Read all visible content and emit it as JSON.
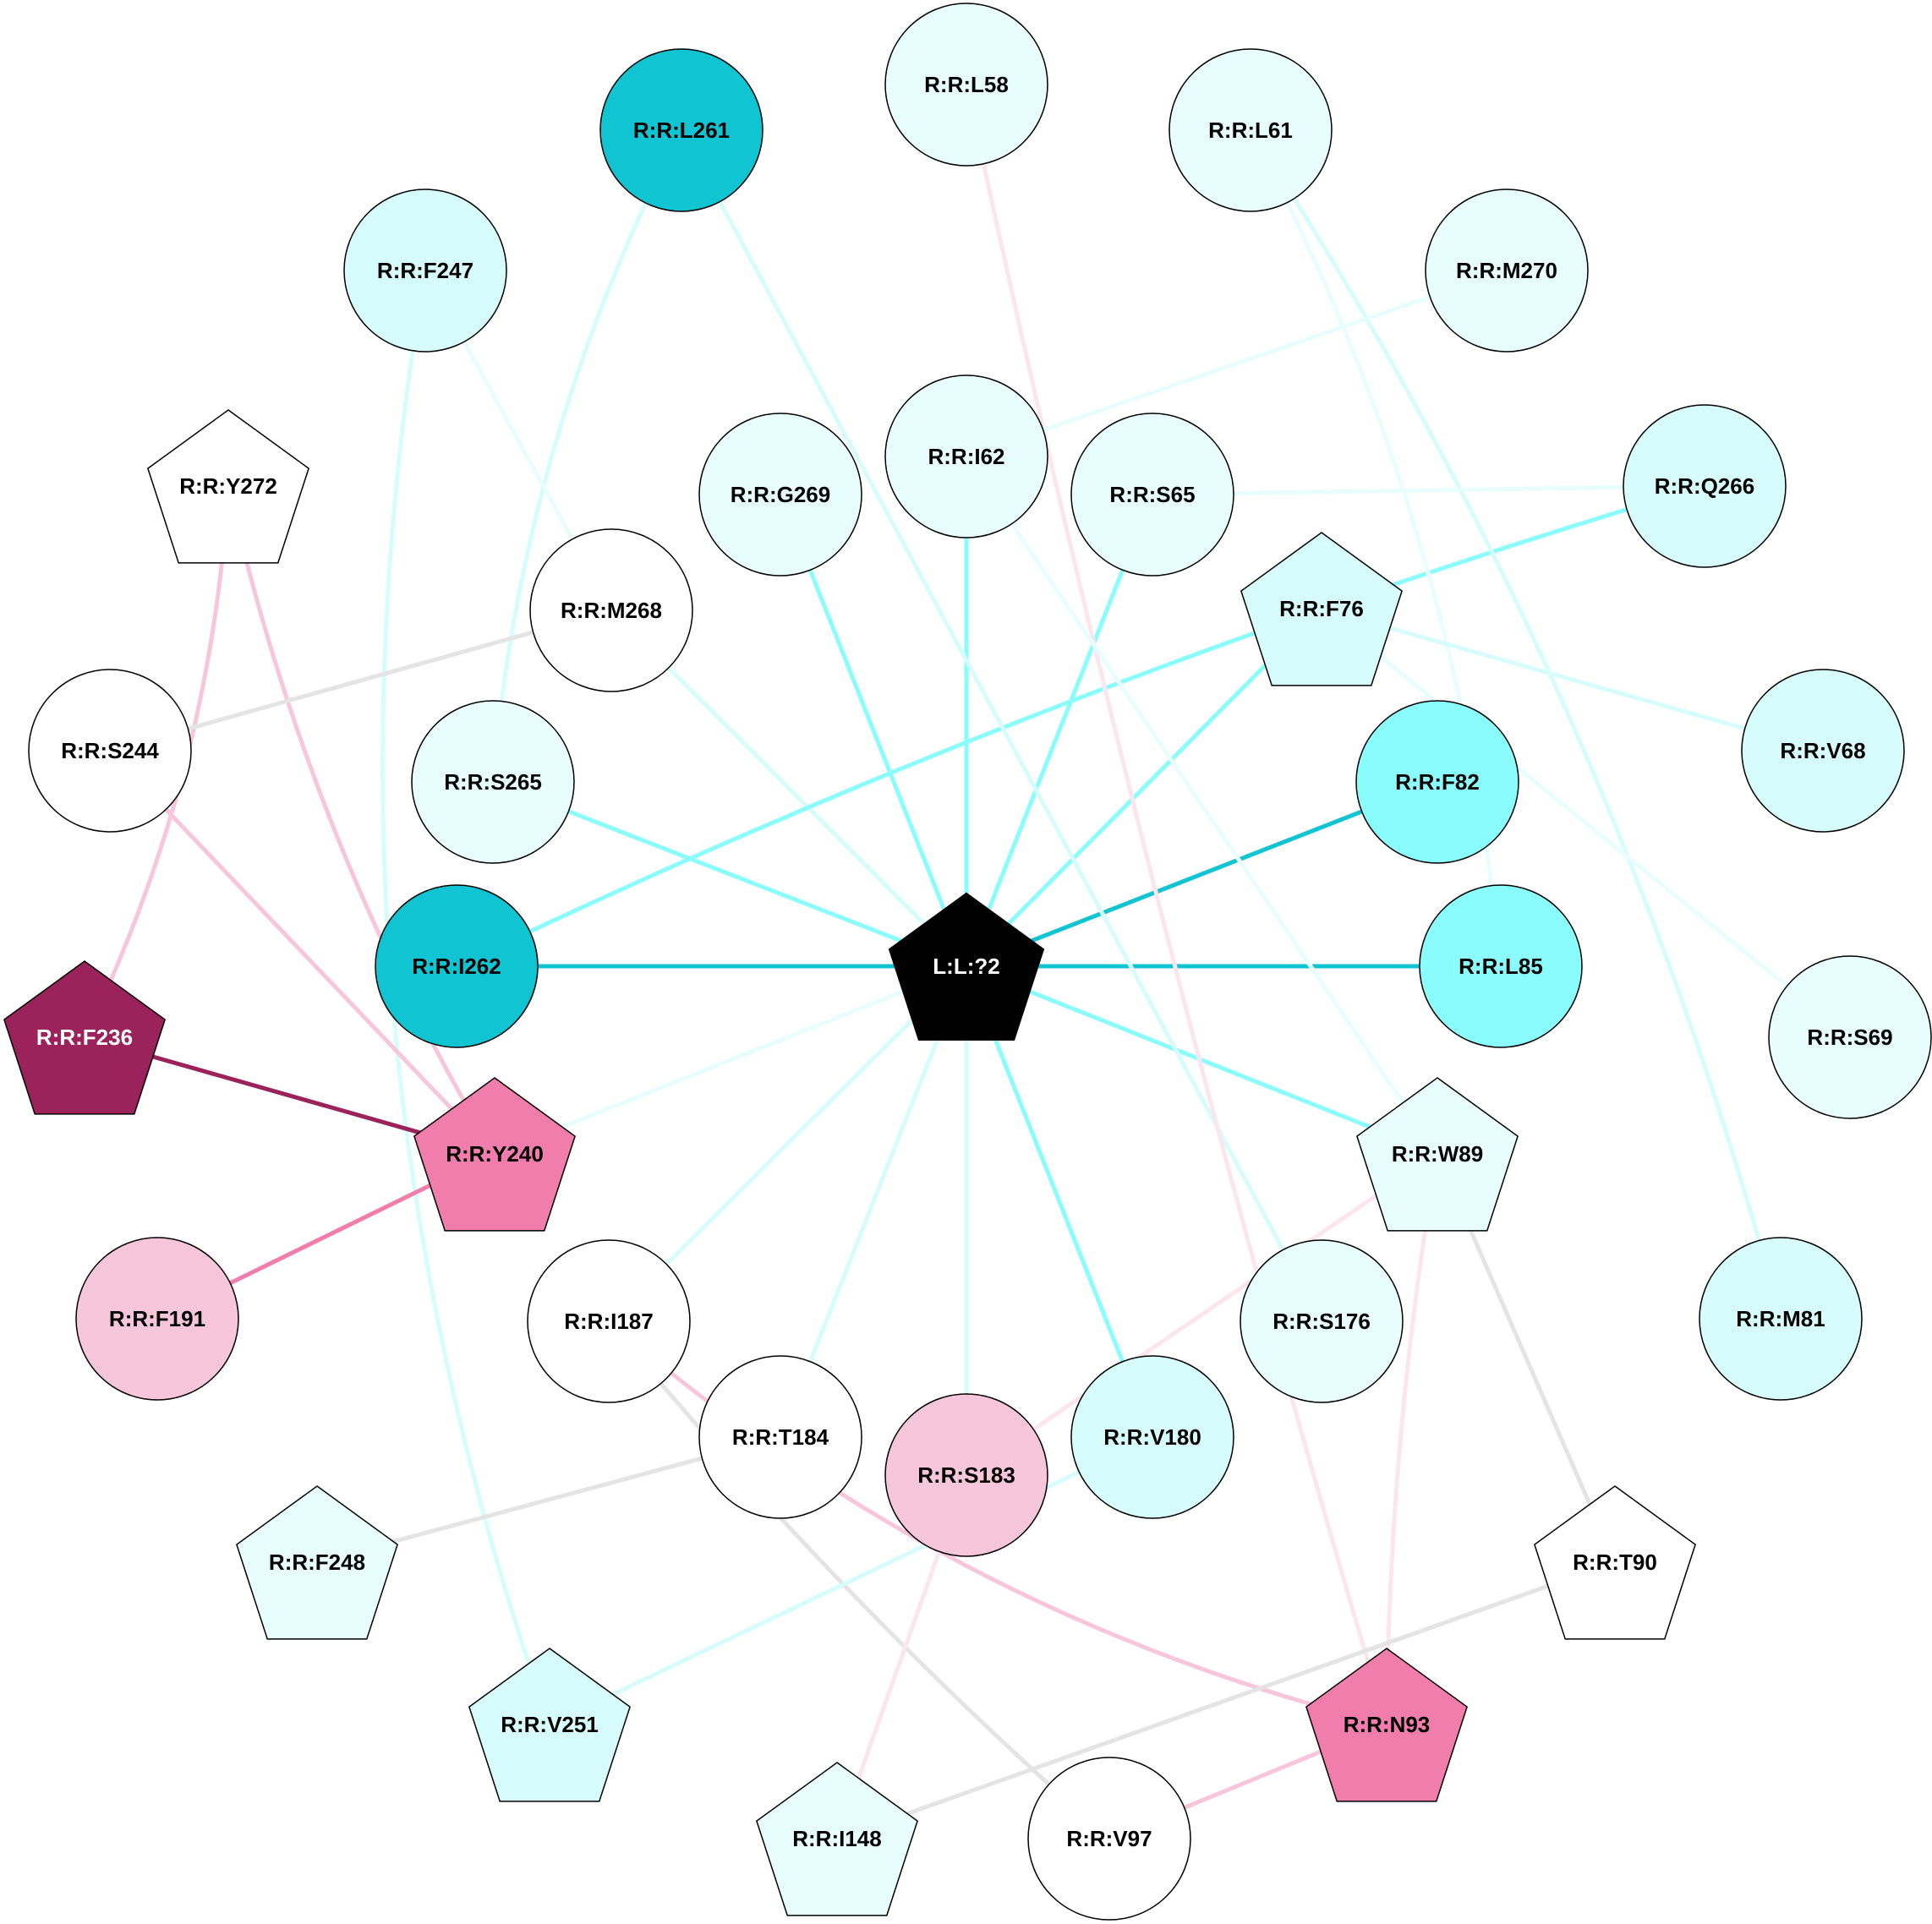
{
  "colors": {
    "outline": "#000000",
    "ligand_fill": "#000000",
    "white": "#ffffff",
    "cyan_strong": "#10c5d1",
    "cyan_bright": "#8afcfc",
    "cyan_light": "#d6fcfc",
    "cyan_pale": "#e8fdfd",
    "magenta_dark": "#9c225b",
    "pink": "#f07dab",
    "pink_light": "#f7c6da",
    "pink_pale": "#fbe6ee",
    "grey": "#e4e4e4"
  },
  "nodes": [
    {
      "id": "L:L:?2",
      "label": "L:L:?2",
      "shape": "pentagon",
      "fill": "#000000",
      "text_color": "#ffffff"
    },
    {
      "id": "R:R:L58",
      "label": "R:R:L58",
      "shape": "circle",
      "fill": "#e8fdfd",
      "text_color": "#000000"
    },
    {
      "id": "R:R:L261",
      "label": "R:R:L261",
      "shape": "circle",
      "fill": "#10c5d1",
      "text_color": "#000000"
    },
    {
      "id": "R:R:L61",
      "label": "R:R:L61",
      "shape": "circle",
      "fill": "#e8fdfd",
      "text_color": "#000000"
    },
    {
      "id": "R:R:F247",
      "label": "R:R:F247",
      "shape": "circle",
      "fill": "#d6fcfc",
      "text_color": "#000000"
    },
    {
      "id": "R:R:M270",
      "label": "R:R:M270",
      "shape": "circle",
      "fill": "#e8fdfd",
      "text_color": "#000000"
    },
    {
      "id": "R:R:I62",
      "label": "R:R:I62",
      "shape": "circle",
      "fill": "#e8fdfd",
      "text_color": "#000000"
    },
    {
      "id": "R:R:Y272",
      "label": "R:R:Y272",
      "shape": "pentagon",
      "fill": "#ffffff",
      "text_color": "#000000"
    },
    {
      "id": "R:R:G269",
      "label": "R:R:G269",
      "shape": "circle",
      "fill": "#e8fdfd",
      "text_color": "#000000"
    },
    {
      "id": "R:R:S65",
      "label": "R:R:S65",
      "shape": "circle",
      "fill": "#e8fdfd",
      "text_color": "#000000"
    },
    {
      "id": "R:R:Q266",
      "label": "R:R:Q266",
      "shape": "circle",
      "fill": "#d6fcfc",
      "text_color": "#000000"
    },
    {
      "id": "R:R:M268",
      "label": "R:R:M268",
      "shape": "circle",
      "fill": "#ffffff",
      "text_color": "#000000"
    },
    {
      "id": "R:R:F76",
      "label": "R:R:F76",
      "shape": "pentagon",
      "fill": "#d6fcfc",
      "text_color": "#000000"
    },
    {
      "id": "R:R:S244",
      "label": "R:R:S244",
      "shape": "circle",
      "fill": "#ffffff",
      "text_color": "#000000"
    },
    {
      "id": "R:R:V68",
      "label": "R:R:V68",
      "shape": "circle",
      "fill": "#d6fcfc",
      "text_color": "#000000"
    },
    {
      "id": "R:R:S265",
      "label": "R:R:S265",
      "shape": "circle",
      "fill": "#e8fdfd",
      "text_color": "#000000"
    },
    {
      "id": "R:R:F82",
      "label": "R:R:F82",
      "shape": "circle",
      "fill": "#8afcfc",
      "text_color": "#000000"
    },
    {
      "id": "R:R:I262",
      "label": "R:R:I262",
      "shape": "circle",
      "fill": "#10c5d1",
      "text_color": "#000000"
    },
    {
      "id": "R:R:L85",
      "label": "R:R:L85",
      "shape": "circle",
      "fill": "#8afcfc",
      "text_color": "#000000"
    },
    {
      "id": "R:R:F236",
      "label": "R:R:F236",
      "shape": "pentagon",
      "fill": "#9c225b",
      "text_color": "#ffffff"
    },
    {
      "id": "R:R:S69",
      "label": "R:R:S69",
      "shape": "circle",
      "fill": "#e8fdfd",
      "text_color": "#000000"
    },
    {
      "id": "R:R:Y240",
      "label": "R:R:Y240",
      "shape": "pentagon",
      "fill": "#f07dab",
      "text_color": "#000000"
    },
    {
      "id": "R:R:W89",
      "label": "R:R:W89",
      "shape": "pentagon",
      "fill": "#e8fdfd",
      "text_color": "#000000"
    },
    {
      "id": "R:R:F191",
      "label": "R:R:F191",
      "shape": "circle",
      "fill": "#f7c6da",
      "text_color": "#000000"
    },
    {
      "id": "R:R:M81",
      "label": "R:R:M81",
      "shape": "circle",
      "fill": "#d6fcfc",
      "text_color": "#000000"
    },
    {
      "id": "R:R:I187",
      "label": "R:R:I187",
      "shape": "circle",
      "fill": "#ffffff",
      "text_color": "#000000"
    },
    {
      "id": "R:R:S176",
      "label": "R:R:S176",
      "shape": "circle",
      "fill": "#e8fdfd",
      "text_color": "#000000"
    },
    {
      "id": "R:R:T184",
      "label": "R:R:T184",
      "shape": "circle",
      "fill": "#ffffff",
      "text_color": "#000000"
    },
    {
      "id": "R:R:V180",
      "label": "R:R:V180",
      "shape": "circle",
      "fill": "#d6fcfc",
      "text_color": "#000000"
    },
    {
      "id": "R:R:S183",
      "label": "R:R:S183",
      "shape": "circle",
      "fill": "#f7c6da",
      "text_color": "#000000"
    },
    {
      "id": "R:R:F248",
      "label": "R:R:F248",
      "shape": "pentagon",
      "fill": "#e8fdfd",
      "text_color": "#000000"
    },
    {
      "id": "R:R:T90",
      "label": "R:R:T90",
      "shape": "pentagon",
      "fill": "#ffffff",
      "text_color": "#000000"
    },
    {
      "id": "R:R:V251",
      "label": "R:R:V251",
      "shape": "pentagon",
      "fill": "#d6fcfc",
      "text_color": "#000000"
    },
    {
      "id": "R:R:N93",
      "label": "R:R:N93",
      "shape": "pentagon",
      "fill": "#f07dab",
      "text_color": "#000000"
    },
    {
      "id": "R:R:I148",
      "label": "R:R:I148",
      "shape": "pentagon",
      "fill": "#e8fdfd",
      "text_color": "#000000"
    },
    {
      "id": "R:R:V97",
      "label": "R:R:V97",
      "shape": "circle",
      "fill": "#ffffff",
      "text_color": "#000000"
    }
  ],
  "edges": [
    {
      "from": "L:L:?2",
      "to": "R:R:I262",
      "color": "#10c5d1"
    },
    {
      "from": "L:L:?2",
      "to": "R:R:L85",
      "color": "#10c5d1"
    },
    {
      "from": "L:L:?2",
      "to": "R:R:F82",
      "color": "#10c5d1"
    },
    {
      "from": "L:L:?2",
      "to": "R:R:I62",
      "color": "#8afcfc"
    },
    {
      "from": "L:L:?2",
      "to": "R:R:G269",
      "color": "#8afcfc"
    },
    {
      "from": "L:L:?2",
      "to": "R:R:S65",
      "color": "#8afcfc"
    },
    {
      "from": "L:L:?2",
      "to": "R:R:F76",
      "color": "#8afcfc"
    },
    {
      "from": "L:L:?2",
      "to": "R:R:S265",
      "color": "#8afcfc"
    },
    {
      "from": "L:L:?2",
      "to": "R:R:W89",
      "color": "#8afcfc"
    },
    {
      "from": "L:L:?2",
      "to": "R:R:V180",
      "color": "#8afcfc"
    },
    {
      "from": "L:L:?2",
      "to": "R:R:S183",
      "color": "#d6fcfc"
    },
    {
      "from": "L:L:?2",
      "to": "R:R:T184",
      "color": "#d6fcfc"
    },
    {
      "from": "L:L:?2",
      "to": "R:R:I187",
      "color": "#d6fcfc"
    },
    {
      "from": "L:L:?2",
      "to": "R:R:Y240",
      "color": "#e8fdfd"
    },
    {
      "from": "L:L:?2",
      "to": "R:R:M268",
      "color": "#d6fcfc"
    },
    {
      "from": "R:R:I262",
      "to": "R:R:Q266",
      "color": "#8afcfc"
    },
    {
      "from": "R:R:L261",
      "to": "R:R:S176",
      "color": "#d6fcfc"
    },
    {
      "from": "R:R:L261",
      "to": "R:R:S265",
      "color": "#d6fcfc"
    },
    {
      "from": "R:R:L58",
      "to": "R:R:N93",
      "color": "#fbe6ee"
    },
    {
      "from": "R:R:L61",
      "to": "R:R:M81",
      "color": "#d6fcfc"
    },
    {
      "from": "R:R:L61",
      "to": "R:R:L85",
      "color": "#e8fdfd"
    },
    {
      "from": "R:R:F247",
      "to": "R:R:V251",
      "color": "#d6fcfc"
    },
    {
      "from": "R:R:F247",
      "to": "R:R:M268",
      "color": "#e8fdfd"
    },
    {
      "from": "R:R:M270",
      "to": "R:R:I62",
      "color": "#e8fdfd"
    },
    {
      "from": "R:R:I62",
      "to": "R:R:W89",
      "color": "#e8fdfd"
    },
    {
      "from": "R:R:S65",
      "to": "R:R:Q266",
      "color": "#e8fdfd"
    },
    {
      "from": "R:R:F76",
      "to": "R:R:V68",
      "color": "#d6fcfc"
    },
    {
      "from": "R:R:F76",
      "to": "R:R:S69",
      "color": "#e8fdfd"
    },
    {
      "from": "R:R:Y272",
      "to": "R:R:F236",
      "color": "#f7c6da"
    },
    {
      "from": "R:R:Y272",
      "to": "R:R:Y240",
      "color": "#f7c6da"
    },
    {
      "from": "R:R:M268",
      "to": "R:R:S244",
      "color": "#e4e4e4"
    },
    {
      "from": "R:R:S244",
      "to": "R:R:Y240",
      "color": "#f7c6da"
    },
    {
      "from": "R:R:F236",
      "to": "R:R:Y240",
      "color": "#9c225b"
    },
    {
      "from": "R:R:Y240",
      "to": "R:R:F191",
      "color": "#f07dab"
    },
    {
      "from": "R:R:W89",
      "to": "R:R:S183",
      "color": "#fbe6ee"
    },
    {
      "from": "R:R:W89",
      "to": "R:R:N93",
      "color": "#fbe6ee"
    },
    {
      "from": "R:R:W89",
      "to": "R:R:T90",
      "color": "#e4e4e4"
    },
    {
      "from": "R:R:I187",
      "to": "R:R:N93",
      "color": "#f7c6da"
    },
    {
      "from": "R:R:I187",
      "to": "R:R:V97",
      "color": "#e4e4e4"
    },
    {
      "from": "R:R:T184",
      "to": "R:R:F248",
      "color": "#e4e4e4"
    },
    {
      "from": "R:R:V180",
      "to": "R:R:V251",
      "color": "#d6fcfc"
    },
    {
      "from": "R:R:S183",
      "to": "R:R:I148",
      "color": "#fbe6ee"
    },
    {
      "from": "R:R:T90",
      "to": "R:R:I148",
      "color": "#e4e4e4"
    },
    {
      "from": "R:R:N93",
      "to": "R:R:V97",
      "color": "#f7c6da"
    }
  ]
}
